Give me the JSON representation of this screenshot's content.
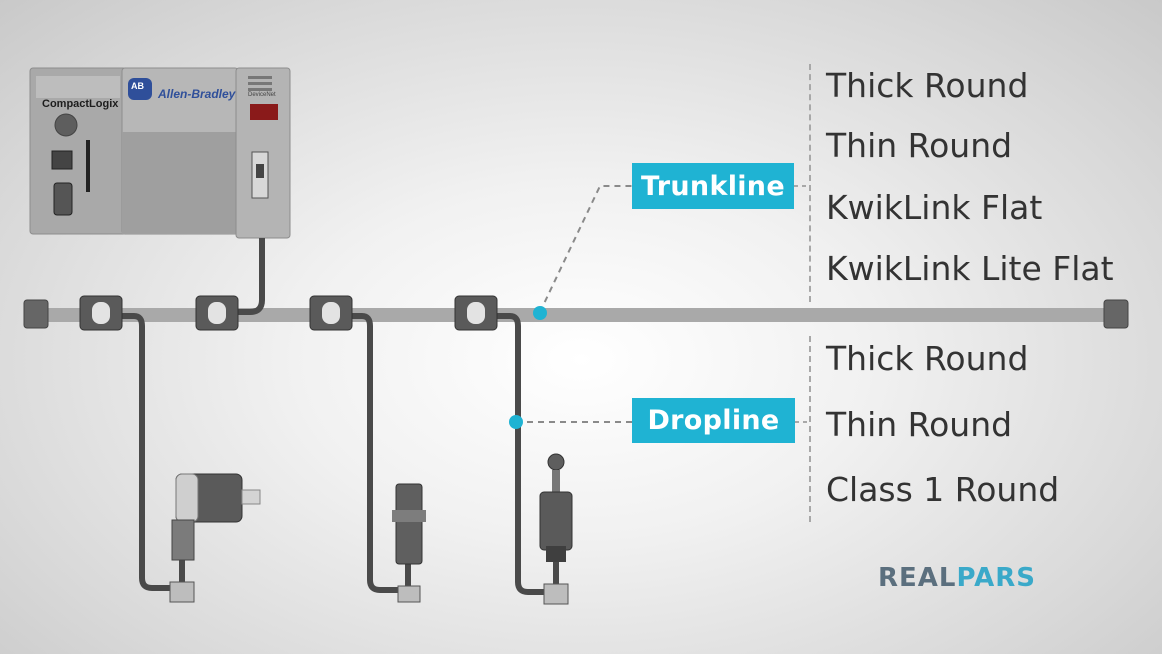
{
  "plc": {
    "model_label": "CompactLogix",
    "brand_badge": "AB",
    "brand_name": "Allen-Bradley",
    "module_label": "DeviceNet"
  },
  "trunkline": {
    "label": "Trunkline",
    "cable_types": [
      "Thick Round",
      "Thin Round",
      "KwikLink Flat",
      "KwikLink Lite Flat"
    ]
  },
  "dropline": {
    "label": "Dropline",
    "cable_types": [
      "Thick Round",
      "Thin Round",
      "Class 1 Round"
    ]
  },
  "logo": {
    "part1": "REAL",
    "part2": "PARS"
  },
  "colors": {
    "accent": "#1fb3d3",
    "cable": "#4a4a4a",
    "trunk": "#a9a9a9",
    "text": "#333333"
  }
}
